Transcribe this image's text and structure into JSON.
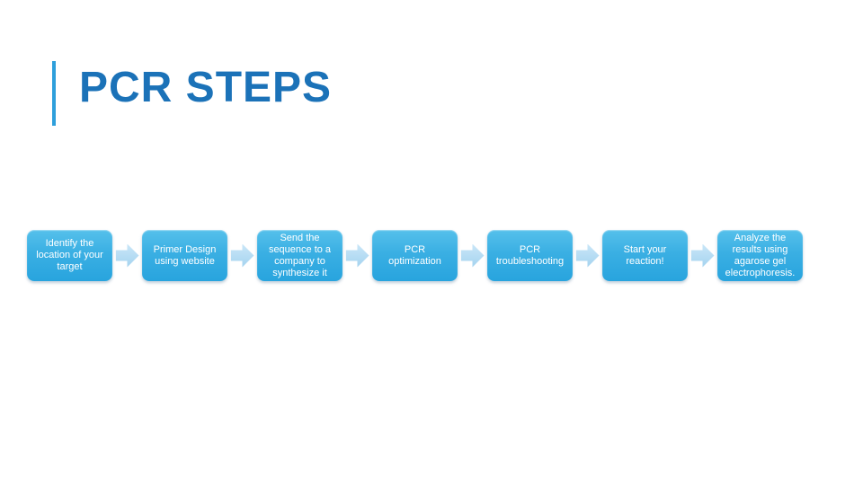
{
  "slide": {
    "title": "PCR STEPS",
    "steps": [
      {
        "label": "Identify the location of your target",
        "lines": [
          "Identify the",
          "location of your",
          "target"
        ]
      },
      {
        "label": "Primer Design using website",
        "lines": [
          "Primer Design",
          "using website"
        ]
      },
      {
        "label": "Send the sequence to a company to synthesize it",
        "lines": [
          "Send the",
          "sequence to a",
          "company to",
          "synthesize it"
        ]
      },
      {
        "label": "PCR optimization",
        "lines": [
          "PCR",
          "optimization"
        ]
      },
      {
        "label": "PCR troubleshooting",
        "lines": [
          "PCR",
          "troubleshooting"
        ]
      },
      {
        "label": "Start your reaction!",
        "lines": [
          "Start your",
          "reaction!"
        ]
      },
      {
        "label": "Analyze the results using agarose gel electrophoresis.",
        "lines": [
          "Analyze the",
          "results using",
          "agarose gel",
          "electrophoresis."
        ]
      }
    ],
    "connector_icon": "right-block-arrow"
  },
  "colors": {
    "background": "#FFFFFF",
    "title_text": "#1B72B8",
    "accent_bar": "#2E9FDB",
    "step_fill_top": "#55C0EB",
    "step_fill_bottom": "#28A4DE",
    "step_text": "#FFFFFF",
    "arrow_fill_top": "#C9E6F8",
    "arrow_fill_bottom": "#A4D3EF"
  }
}
